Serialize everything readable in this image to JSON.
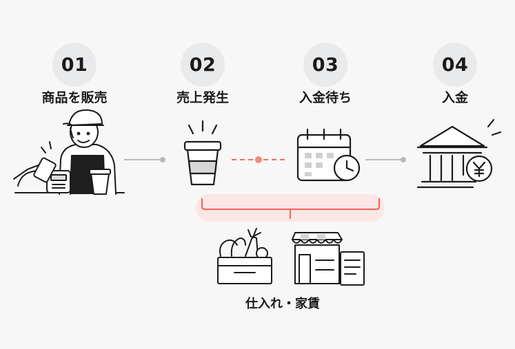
{
  "steps": [
    {
      "number": "01",
      "label": "商品を販売",
      "icon": "cashier-icon"
    },
    {
      "number": "02",
      "label": "売上発生",
      "icon": "coffee-cup-icon"
    },
    {
      "number": "03",
      "label": "入金待ち",
      "icon": "calendar-clock-icon"
    },
    {
      "number": "04",
      "label": "入金",
      "icon": "bank-yen-icon"
    }
  ],
  "expenses": {
    "label": "仕入れ・家賃",
    "icons": [
      "vegetable-crate-icon",
      "shop-store-icon"
    ]
  },
  "colors": {
    "accent": "#ef6a5f",
    "connector": "#b5bac0",
    "bracket_glow": "#fbe4e2",
    "number_circle": "#e9eaec"
  }
}
